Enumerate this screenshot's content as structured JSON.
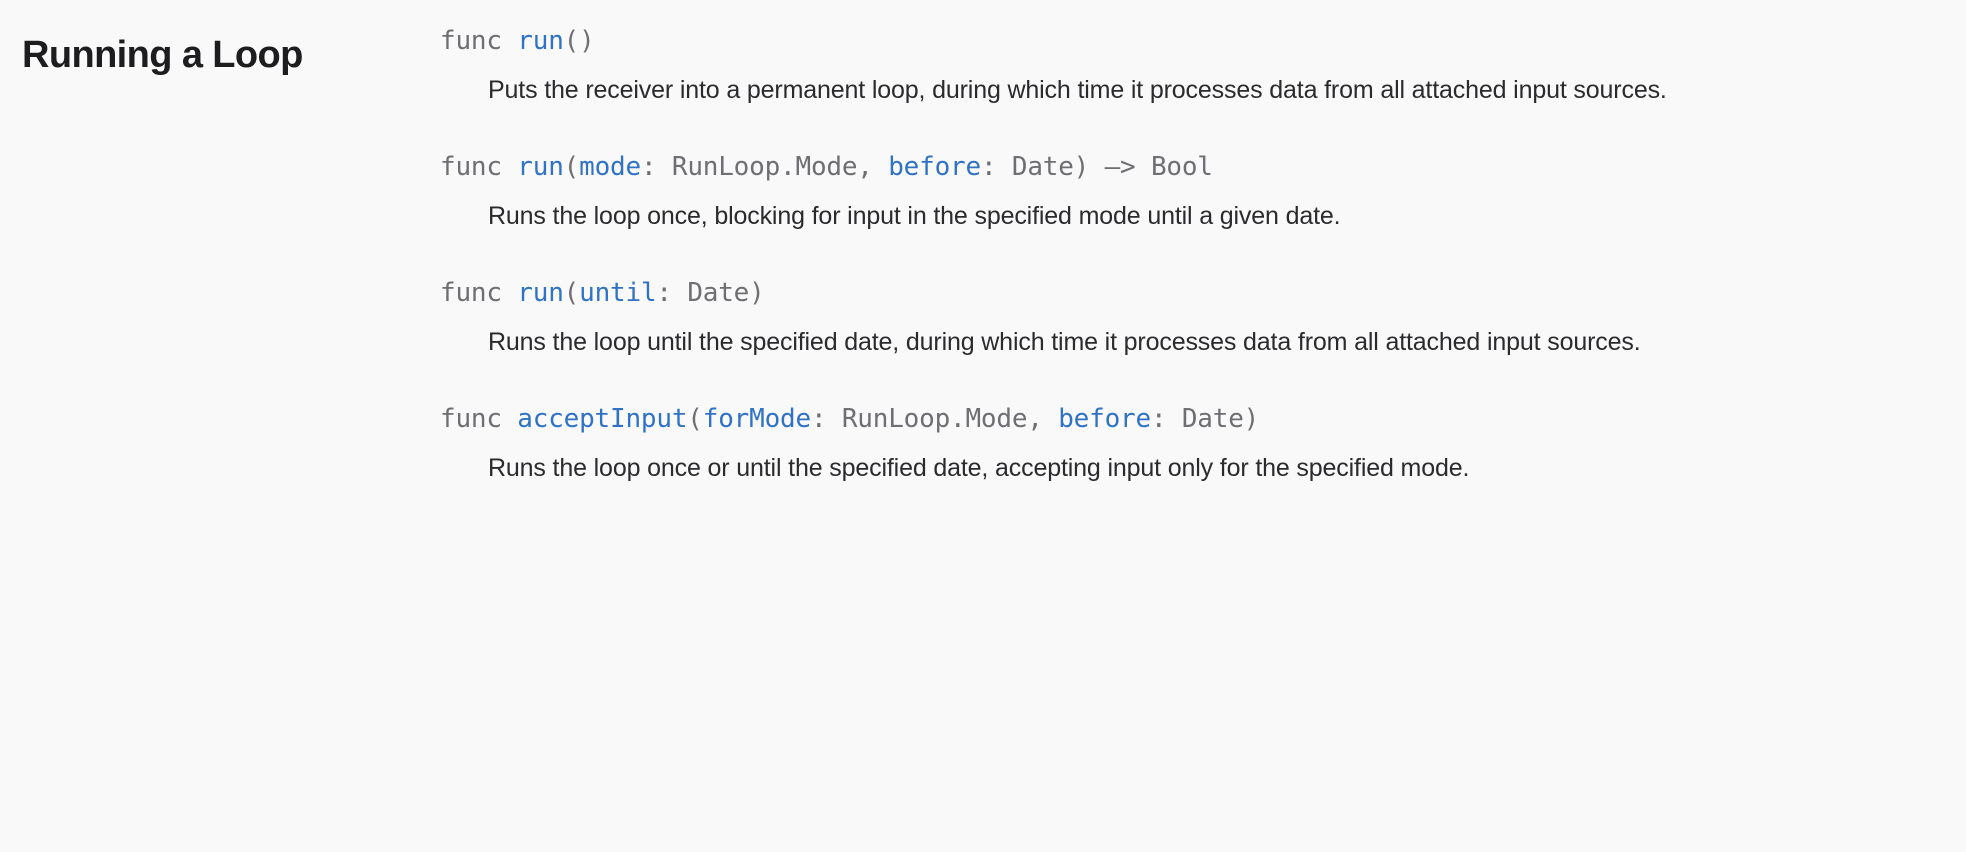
{
  "section": {
    "title": "Running a Loop",
    "background_color": "#f9f9f9",
    "accent_color": "#3072c4",
    "signature_color": "#6e6e73",
    "body_text_color": "#2b2b2e",
    "title_color": "#1d1d1f"
  },
  "entries": [
    {
      "signature_plain": "func run()",
      "tokens": [
        {
          "text": "func ",
          "kind": "keyword"
        },
        {
          "text": "run",
          "kind": "identifier"
        },
        {
          "text": "()",
          "kind": "punctuation"
        }
      ],
      "description": "Puts the receiver into a permanent loop, during which time it processes data from all attached input sources."
    },
    {
      "signature_plain": "func run(mode: RunLoop.Mode, before: Date) –> Bool",
      "tokens": [
        {
          "text": "func ",
          "kind": "keyword"
        },
        {
          "text": "run",
          "kind": "identifier"
        },
        {
          "text": "(",
          "kind": "punctuation"
        },
        {
          "text": "mode",
          "kind": "param"
        },
        {
          "text": ": RunLoop.Mode, ",
          "kind": "type"
        },
        {
          "text": "before",
          "kind": "param"
        },
        {
          "text": ": Date) –> Bool",
          "kind": "type"
        }
      ],
      "description": "Runs the loop once, blocking for input in the specified mode until a given date."
    },
    {
      "signature_plain": "func run(until: Date)",
      "tokens": [
        {
          "text": "func ",
          "kind": "keyword"
        },
        {
          "text": "run",
          "kind": "identifier"
        },
        {
          "text": "(",
          "kind": "punctuation"
        },
        {
          "text": "until",
          "kind": "param"
        },
        {
          "text": ": Date)",
          "kind": "type"
        }
      ],
      "description": "Runs the loop until the specified date, during which time it processes data from all attached input sources."
    },
    {
      "signature_plain": "func acceptInput(forMode: RunLoop.Mode, before: Date)",
      "tokens": [
        {
          "text": "func ",
          "kind": "keyword"
        },
        {
          "text": "acceptInput",
          "kind": "identifier"
        },
        {
          "text": "(",
          "kind": "punctuation"
        },
        {
          "text": "forMode",
          "kind": "param"
        },
        {
          "text": ": RunLoop.Mode, ",
          "kind": "type"
        },
        {
          "text": "before",
          "kind": "param"
        },
        {
          "text": ": Date)",
          "kind": "type"
        }
      ],
      "description": "Runs the loop once or until the specified date, accepting input only for the specified mode."
    }
  ]
}
